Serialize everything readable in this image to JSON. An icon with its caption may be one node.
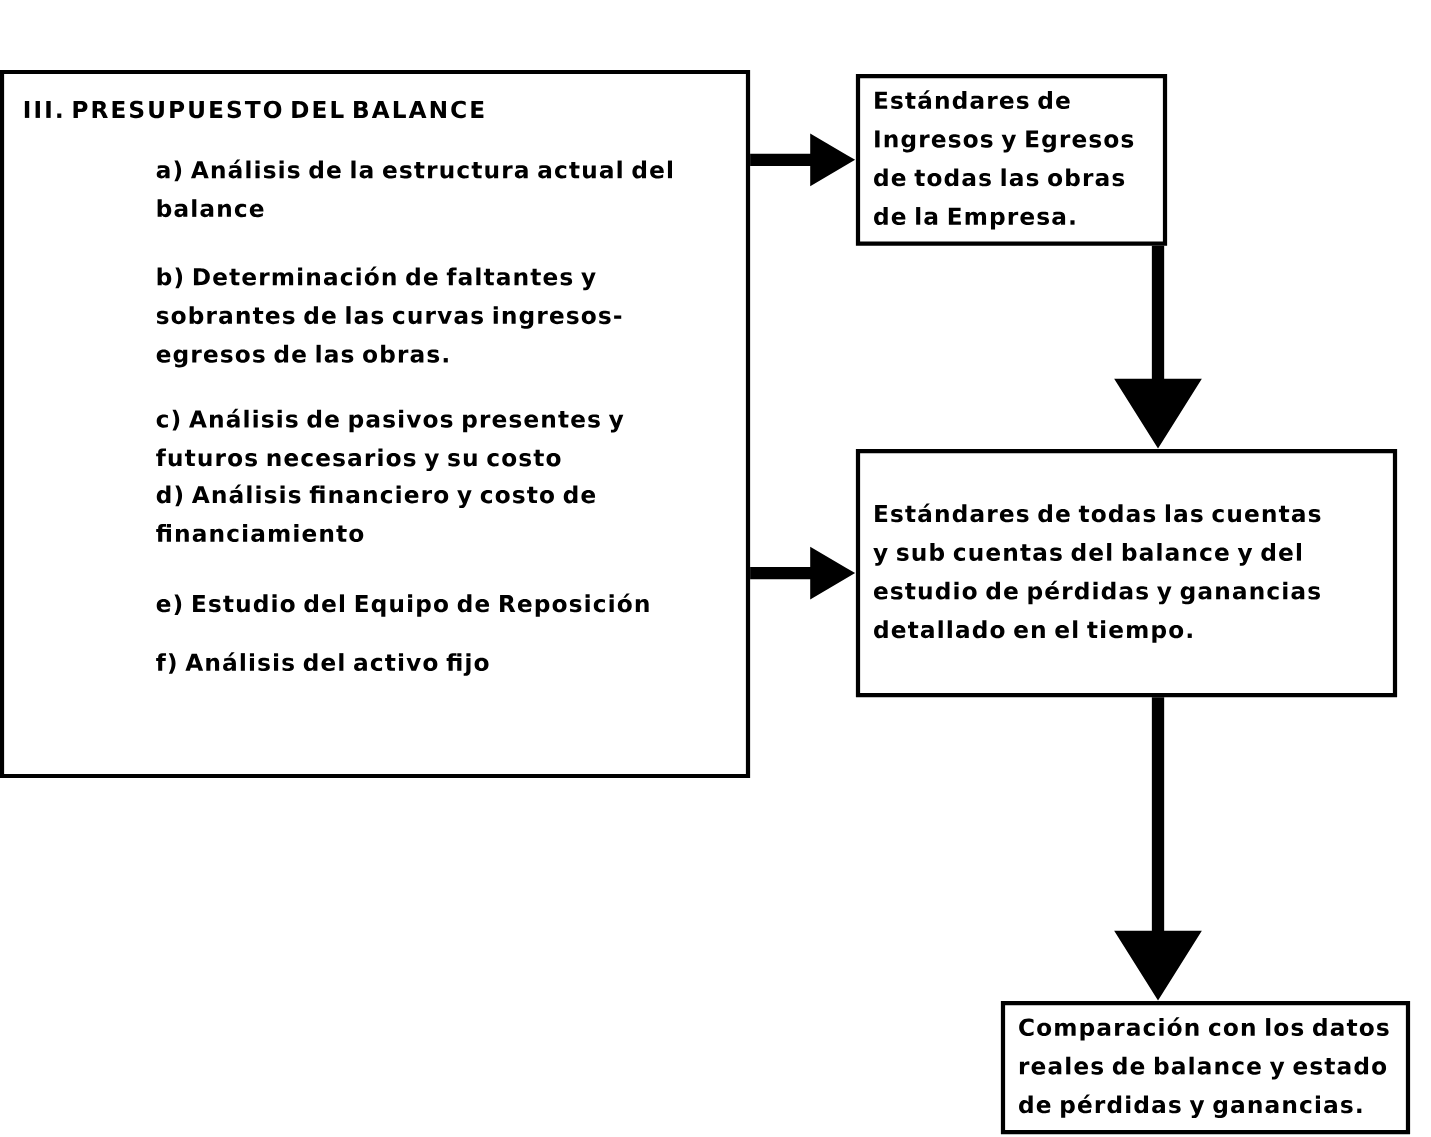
{
  "diagram": {
    "nodes": [
      {
        "text": [
          "III. PRESUPUESTO DEL BALANCE",
          "a) Análisis de la estructura actual del balance",
          "b) Determinación de faltantes y sobrantes de las curvas ingresos-egresos de las obras.",
          "c) Análisis de pasivos presentes y futuros necesarios y su costo",
          "d) Análisis financiero y costo de financiamiento",
          "e) Estudio del Equipo de Reposición",
          "f) Análisis del activo fijo"
        ]
      },
      {
        "text": [
          "Estándares de Ingresos y Egresos de todas las obras de la Empresa."
        ]
      },
      {
        "text": [
          "Estándares de todas las cuentas y sub cuentas del balance y del estudio de pérdidas y ganancias detallado en el tiempo."
        ]
      },
      {
        "text": [
          "Comparación con los datos reales de balance y estado de pérdidas y ganancias."
        ]
      }
    ],
    "edges": [
      {
        "from": 0,
        "to": 1,
        "arrow": "to"
      },
      {
        "from": 0,
        "to": 2,
        "arrow": "to"
      },
      {
        "from": 1,
        "to": 2,
        "arrow": "to"
      },
      {
        "from": 2,
        "to": 3,
        "arrow": "to"
      }
    ]
  }
}
